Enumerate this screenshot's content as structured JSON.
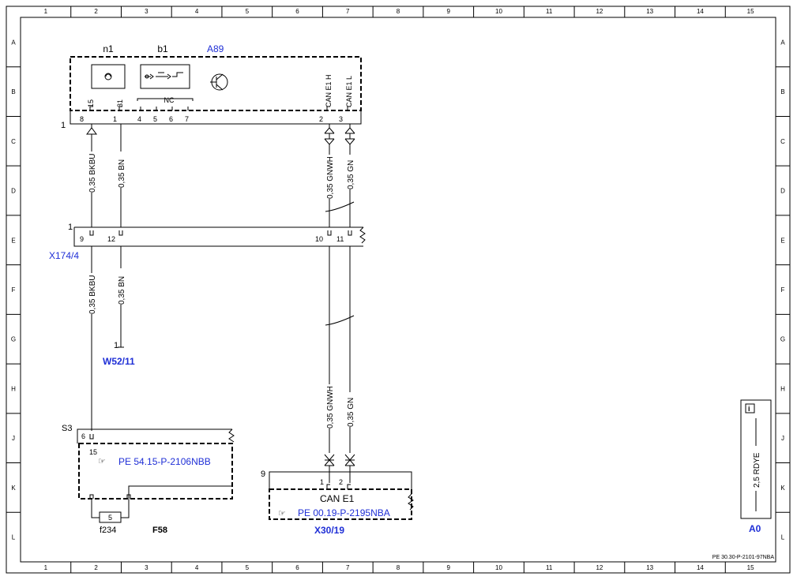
{
  "grid": {
    "columns": [
      "1",
      "2",
      "3",
      "4",
      "5",
      "6",
      "7",
      "8",
      "9",
      "10",
      "11",
      "12",
      "13",
      "14",
      "15"
    ],
    "rows": [
      "A",
      "B",
      "C",
      "D",
      "E",
      "F",
      "G",
      "H",
      "J",
      "K",
      "L"
    ]
  },
  "document_ref": "PE 30.30-P-2101-97NBA",
  "components": {
    "a89": {
      "name": "A89",
      "sub_n1": "n1",
      "sub_b1": "b1",
      "connector": "1",
      "nc_label": "NC",
      "top_pins": [
        "15",
        "31",
        "CAN E1 H",
        "CAN E1 L"
      ],
      "bottom_pins": [
        "8",
        "1",
        "4",
        "5",
        "6",
        "7",
        "2",
        "3"
      ]
    },
    "x174": {
      "name": "X174/4",
      "connector": "1",
      "pins": [
        "9",
        "12",
        "10",
        "11"
      ]
    },
    "w52": {
      "name": "W52/11",
      "pin": "1"
    },
    "s3": {
      "name": "S3",
      "pins": [
        "6",
        "15"
      ],
      "ref": "PE 54.15-P-2106NBB"
    },
    "f58": {
      "name": "F58",
      "fuse": "f234",
      "fuse_pin": "5"
    },
    "x30": {
      "name": "X30/19",
      "connector": "9",
      "pins": [
        "1",
        "2"
      ],
      "title": "CAN E1",
      "ref": "PE 00.19-P-2195NBA"
    },
    "a0": {
      "name": "A0",
      "info_icon": "info-icon",
      "wire": "2,5 RDYE"
    }
  },
  "wires": {
    "w1_top": "0,35 BKBU",
    "w2_top": "0,35 BN",
    "w3_top": "0,35 GNWH",
    "w4_top": "0,35 GN",
    "w1_mid": "0,35 BKBU",
    "w2_mid": "0,35 BN",
    "w3_bot": "0,35 GNWH",
    "w4_bot": "0,35 GN"
  }
}
